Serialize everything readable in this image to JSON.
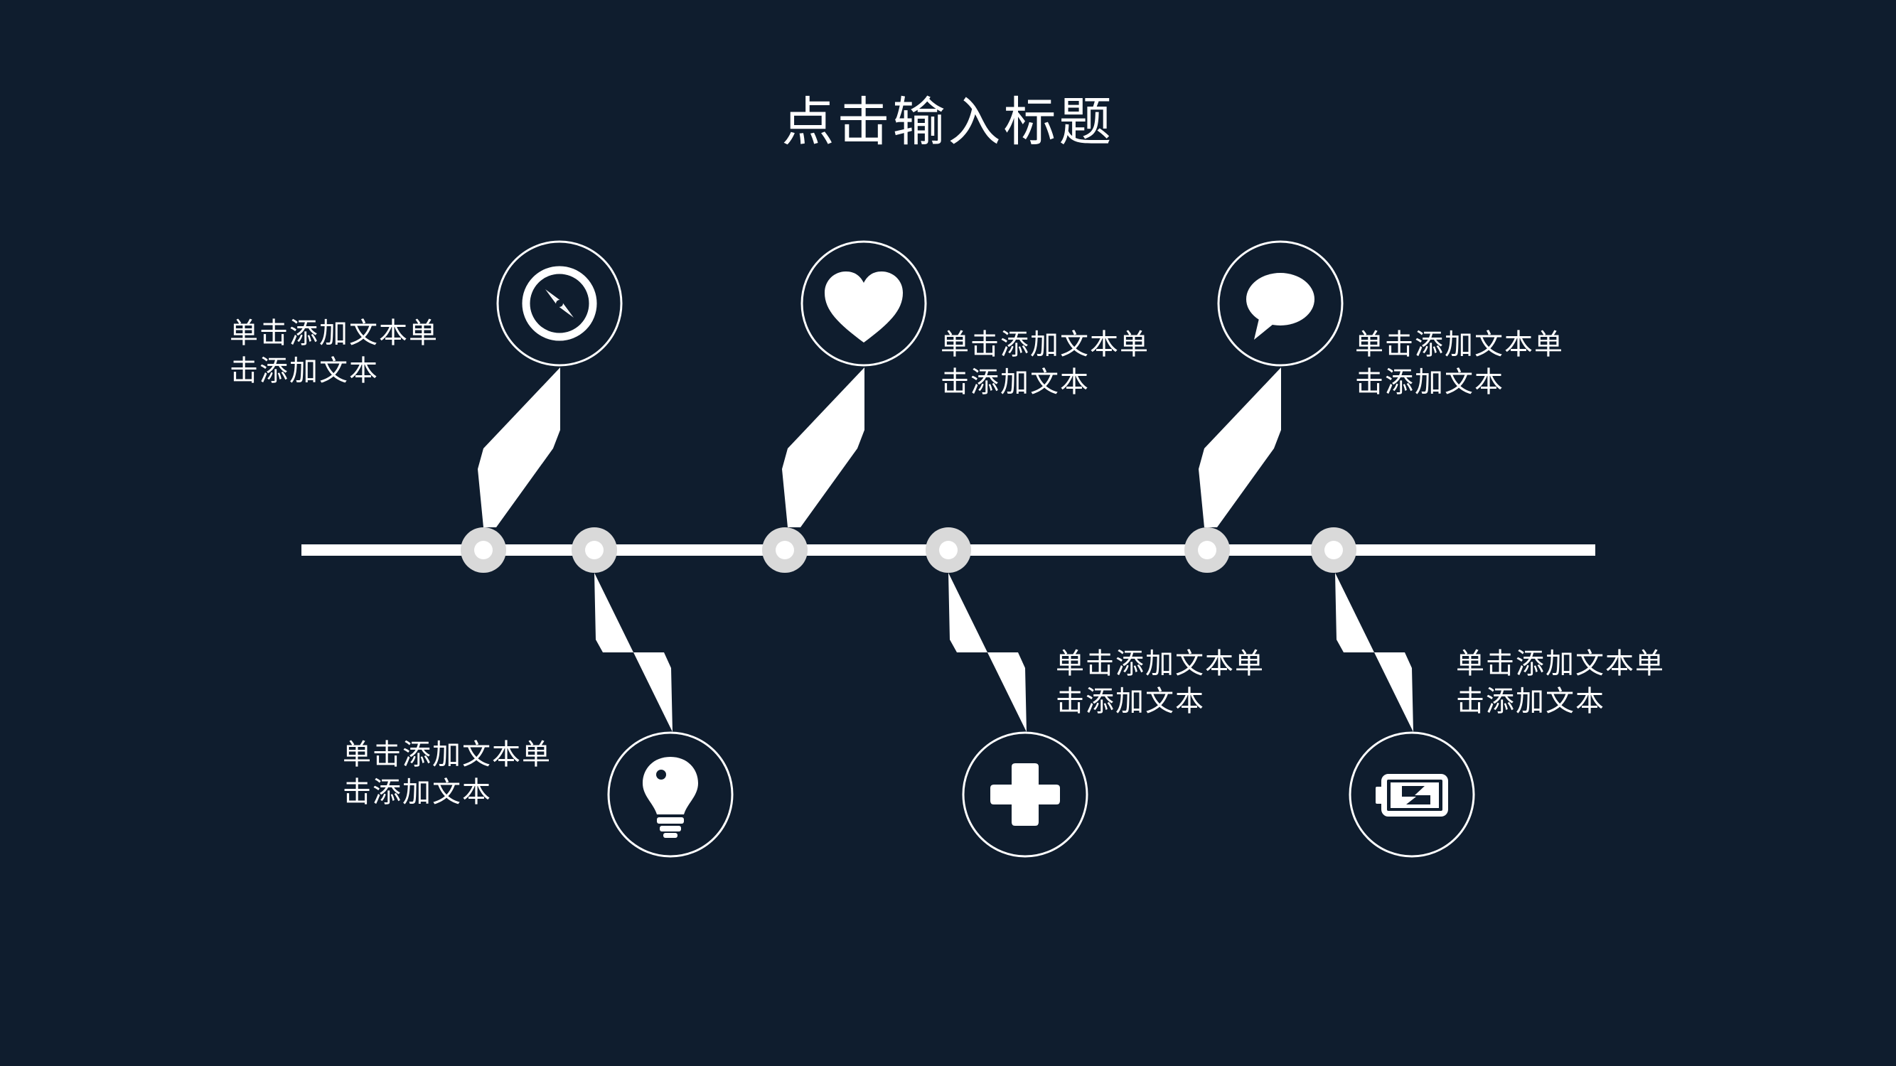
{
  "slide": {
    "title": "点击输入标题",
    "background": "#0f1d2e",
    "line_color": "#ffffff",
    "node_color": "#d9d9d9"
  },
  "milestones": [
    {
      "icon": "compass-icon",
      "side": "top",
      "caption": "单击添加文本单\n击添加文本"
    },
    {
      "icon": "lightbulb-icon",
      "side": "bottom",
      "caption": "单击添加文本单\n击添加文本"
    },
    {
      "icon": "heart-icon",
      "side": "top",
      "caption": "单击添加文本单\n击添加文本"
    },
    {
      "icon": "plus-icon",
      "side": "bottom",
      "caption": "单击添加文本单\n击添加文本"
    },
    {
      "icon": "chat-bubble-icon",
      "side": "top",
      "caption": "单击添加文本单\n击添加文本"
    },
    {
      "icon": "battery-icon",
      "side": "bottom",
      "caption": "单击添加文本单\n击添加文本"
    }
  ]
}
